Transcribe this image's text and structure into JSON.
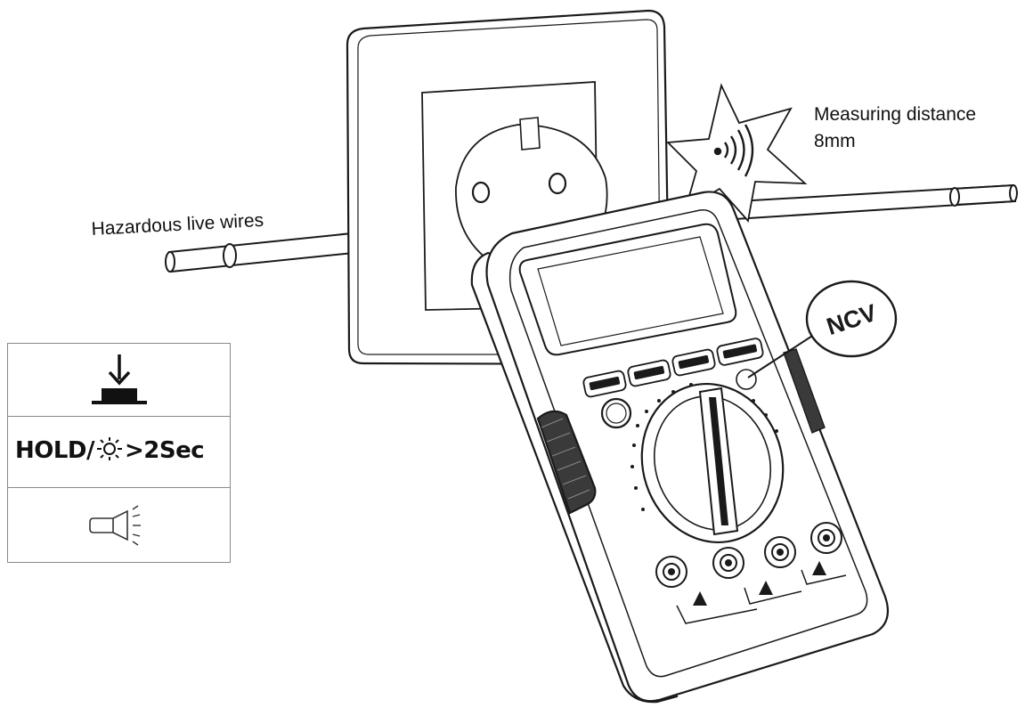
{
  "labels": {
    "hazardous_wires": "Hazardous live wires",
    "measuring_distance_line1": "Measuring distance",
    "measuring_distance_line2": "8mm",
    "ncv": "NCV"
  },
  "legend": {
    "row1_icon": "press-button-icon",
    "row2_prefix": "HOLD/",
    "row2_icon": "sun-backlight-icon",
    "row2_suffix": ">2Sec",
    "row3_icon": "flashlight-icon"
  },
  "colors": {
    "line": "#1a1a1a",
    "fill": "#ffffff",
    "grip": "#3a3a3a"
  }
}
